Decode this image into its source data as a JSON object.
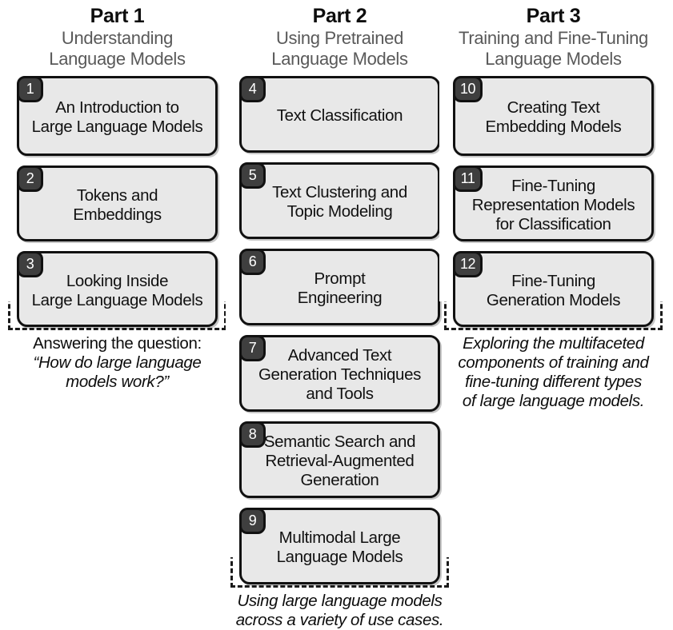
{
  "figure": {
    "columns": [
      {
        "id": "part-1",
        "title": "Part 1",
        "subtitle": "Understanding\nLanguage Models",
        "chapters": [
          {
            "number": "1",
            "title": "An Introduction to\nLarge Language Models"
          },
          {
            "number": "2",
            "title": "Tokens and\nEmbeddings"
          },
          {
            "number": "3",
            "title": "Looking Inside\nLarge Language Models"
          }
        ],
        "caption_lead": "Answering the question:",
        "caption_italic": "“How do large language\nmodels work?”"
      },
      {
        "id": "part-2",
        "title": "Part 2",
        "subtitle": "Using Pretrained\nLanguage Models",
        "chapters": [
          {
            "number": "4",
            "title": "Text Classification"
          },
          {
            "number": "5",
            "title": "Text Clustering and\nTopic Modeling"
          },
          {
            "number": "6",
            "title": "Prompt\nEngineering"
          },
          {
            "number": "7",
            "title": "Advanced Text\nGeneration Techniques\nand Tools"
          },
          {
            "number": "8",
            "title": "Semantic Search and\nRetrieval-Augmented\nGeneration"
          },
          {
            "number": "9",
            "title": "Multimodal Large\nLanguage Models"
          }
        ],
        "caption_lead": "",
        "caption_italic": "Using large language models\nacross a variety of use cases."
      },
      {
        "id": "part-3",
        "title": "Part 3",
        "subtitle": "Training and Fine-Tuning\nLanguage Models",
        "chapters": [
          {
            "number": "10",
            "title": "Creating Text\nEmbedding Models"
          },
          {
            "number": "11",
            "title": "Fine-Tuning\nRepresentation Models\nfor Classification"
          },
          {
            "number": "12",
            "title": "Fine-Tuning\nGeneration Models"
          }
        ],
        "caption_lead": "",
        "caption_italic": "Exploring the multifaceted\ncomponents of training and\nfine-tuning different types\nof large language models."
      }
    ]
  },
  "colors": {
    "box_fill": "#e8e8e8",
    "box_border": "#111111",
    "badge_fill": "#3f3f3f",
    "badge_text": "#ffffff",
    "subtitle_text": "#595959",
    "title_text": "#0d0d0d",
    "dashed_border": "#1a1a1a",
    "background": "#ffffff"
  }
}
